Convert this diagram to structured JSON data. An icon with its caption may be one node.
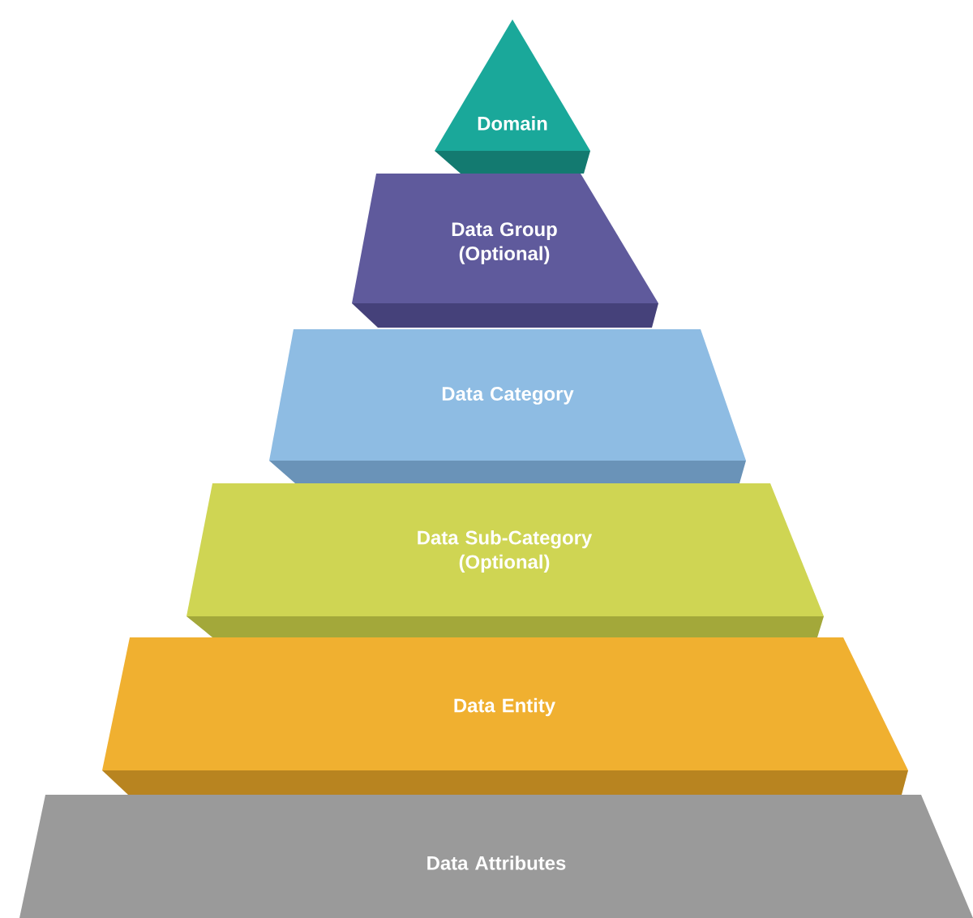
{
  "diagram": {
    "nodes": [
      {
        "text": [
          "Domain"
        ]
      },
      {
        "text": [
          "Data Group (Optional)"
        ]
      },
      {
        "text": [
          "Data Category"
        ]
      },
      {
        "text": [
          "Data Sub-Category (Optional)"
        ]
      },
      {
        "text": [
          "Data Entity"
        ]
      },
      {
        "text": [
          "Data Attributes"
        ]
      }
    ]
  }
}
